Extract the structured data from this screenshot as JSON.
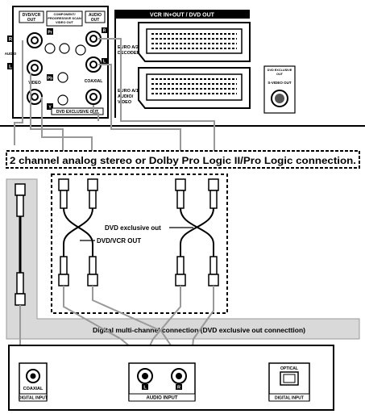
{
  "deck": {
    "dvd_vcr_out": [
      "DVD/VCR",
      "OUT"
    ],
    "component_out": [
      "COMPONENT/",
      "PROGRESSIVE SCAN",
      "VIDEO OUT"
    ],
    "audio_out": [
      "AUDIO",
      "OUT"
    ],
    "pr": "Pr",
    "pb": "Pb",
    "y": "Y",
    "r": "R",
    "l": "L",
    "audio": "AUDIO",
    "video": "VIDEO",
    "coaxial": "COAXIAL",
    "dvd_exclusive": "DVD EXCLUSIVE OUT",
    "vcr_in_out_header": "VCR IN+OUT / DVD OUT",
    "euro_a2": [
      "EURO A/2",
      "DECODER"
    ],
    "euro_a1": [
      "EURO A/1",
      "AUDIO/",
      "VIDEO"
    ],
    "svideo_header": [
      "DVD EXCLUSIVE",
      "OUT"
    ],
    "svideo_label": "S-VIDEO OUT"
  },
  "title_banner": "2 channel analog stereo or Dolby Pro Logic II/Pro Logic connection.",
  "callouts": {
    "dvd_exclusive_out": "DVD exclusive out",
    "dvd_vcr_out": "DVD/VCR OUT"
  },
  "digital_banner": "Digital multi-channel connection (DVD exclusive out connecttion)",
  "receiver": {
    "coaxial": "COAXIAL",
    "digital_input": "DIGITAL INPUT",
    "audio_input": "AUDIO INPUT",
    "l": "L",
    "r": "R",
    "optical": "OPTICAL",
    "digital_input_2": "DIGITAL INPUT"
  }
}
